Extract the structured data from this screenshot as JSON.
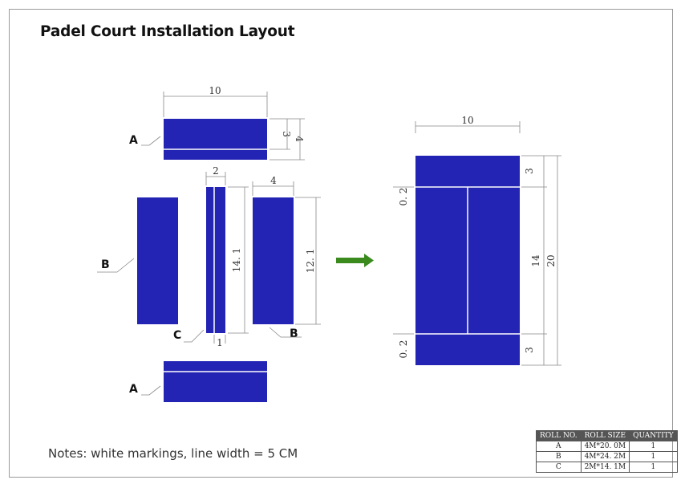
{
  "title": "Padel Court Installation Layout",
  "notes": "Notes:  white markings, line width = 5 CM",
  "colors": {
    "turf": "#2323b4",
    "line": "#ffffff",
    "arrow": "#3a8a1e",
    "dimension": "#888888"
  },
  "roll_labels": {
    "a_top": "A",
    "b_left": "B",
    "c_center": "C",
    "b_right": "B",
    "a_bottom": "A"
  },
  "dimensions_layout": {
    "a_width": "10",
    "a_line": "3",
    "a_height": "4",
    "c_width": "2",
    "c_line": "1",
    "c_length": "14. 1",
    "b_width": "4",
    "b_length": "12. 1"
  },
  "dimensions_court": {
    "width": "10",
    "end_top": "3",
    "middle": "14",
    "end_bottom": "3",
    "total": "20",
    "line_top": "0. 2",
    "line_bottom": "0. 2"
  },
  "arrow_icon": "right-arrow",
  "roll_table": {
    "headers": [
      "ROLL NO.",
      "ROLL SIZE",
      "QUANTITY"
    ],
    "rows": [
      [
        "A",
        "4M*20. 0M",
        "1"
      ],
      [
        "B",
        "4M*24. 2M",
        "1"
      ],
      [
        "C",
        "2M*14. 1M",
        "1"
      ]
    ]
  }
}
